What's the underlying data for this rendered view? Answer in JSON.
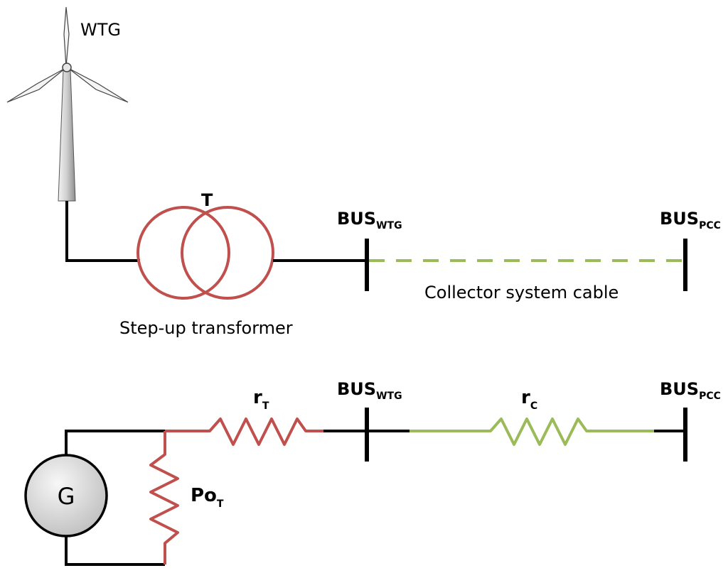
{
  "top": {
    "wtg_label": "WTG",
    "transformer_label": "T",
    "transformer_caption": "Step-up transformer",
    "bus_wtg": {
      "main": "BUS",
      "sub": "WTG"
    },
    "bus_pcc": {
      "main": "BUS",
      "sub": "PCC"
    },
    "cable_caption": "Collector system cable"
  },
  "bottom": {
    "generator_label": "G",
    "rt": {
      "main": "r",
      "sub": "T"
    },
    "rc": {
      "main": "r",
      "sub": "C"
    },
    "pot": {
      "main": "Po",
      "sub": "T"
    },
    "bus_wtg": {
      "main": "BUS",
      "sub": "WTG"
    },
    "bus_pcc": {
      "main": "BUS",
      "sub": "PCC"
    }
  },
  "colors": {
    "wire": "#000000",
    "transformer": "#c0504d",
    "cable": "#9bbb59",
    "generator_fill": "#d9d9d9"
  }
}
